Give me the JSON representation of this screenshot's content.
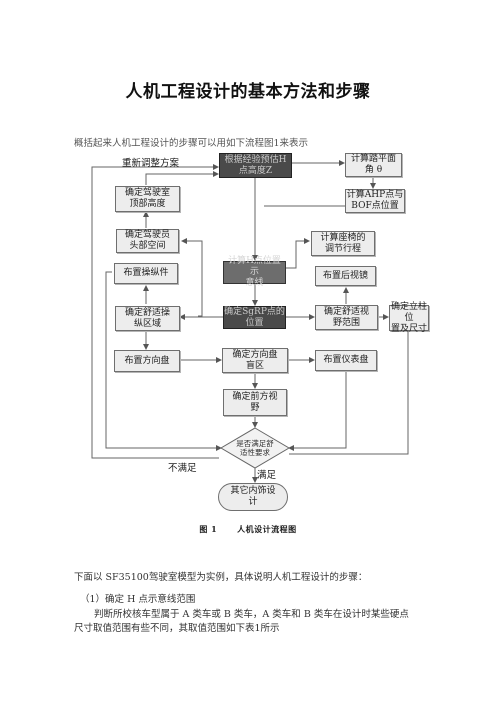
{
  "doc": {
    "title": "人机工程设计的基本方法和步骤",
    "intro": "概括起来人机工程设计的步骤可以用如下流程图1来表示",
    "caption_num": "图 1",
    "caption_text": "人机设计流程图",
    "para1": "下面以 SF35100驾驶室模型为实例，具体说明人机工程设计的步骤：",
    "para2": "（1）确定 H 点示意线范围",
    "para3": "判断所校核车型属于 A 类车或 B 类车，A 类车和 B 类车在设计时某些硬点",
    "para4": "尺寸取值范围有些不同，其取值范围如下表1所示"
  },
  "flow": {
    "label_readjust": "重新调整方案",
    "label_no": "不满足",
    "label_yes": "满足",
    "n_top": "根据经验预估H\n点高度Z",
    "n_pedal": "计算踏平面\n角 θ",
    "n_ahp": "计算AHP点与\nBOF点位置",
    "n_roof": "确定驾驶室\n顶部高度",
    "n_head": "确定驾驶员\n头部空间",
    "n_seat": "计算座椅的\n调节行程",
    "n_hline": "计算H点位置示\n意线",
    "n_controls": "布置操纵件",
    "n_mirror": "布置后视镜",
    "n_comfort": "确定舒适操\n纵区域",
    "n_sight": "确定SgRP点的\n位置",
    "n_vision": "确定舒适视\n野范围",
    "n_pillar": "确定立柱位\n置及尺寸",
    "n_wheel": "布置方向盘",
    "n_blind": "确定方向盘\n盲区",
    "n_panel": "布置仪表盘",
    "n_front": "确定前方视\n野",
    "n_check": "是否满足舒\n适性要求",
    "n_other": "其它内饰设\n计"
  }
}
